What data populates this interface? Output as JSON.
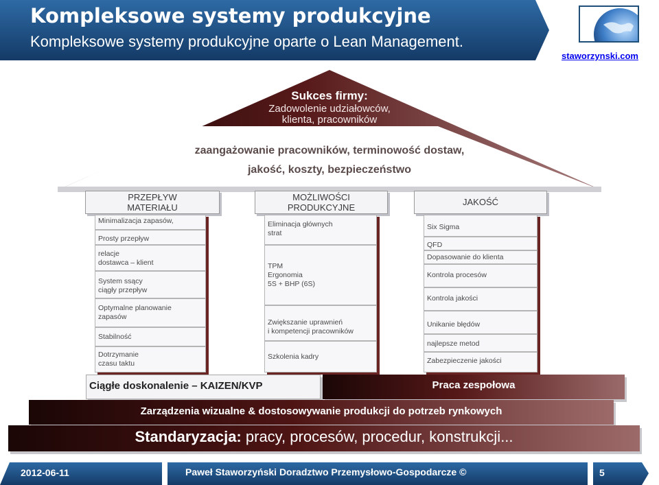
{
  "header": {
    "title": "Kompleksowe systemy produkcyjne",
    "subtitle": "Kompleksowe systemy produkcyjne oparte o Lean Management.",
    "site_link": "staworzynski.com"
  },
  "roof": {
    "heading": "Sukces firmy:",
    "line1": "Zadowolenie udziałowców,",
    "line2": "klienta, pracowników",
    "mid_line1": "zaangażowanie pracowników, terminowość dostaw,",
    "mid_line2": "jakość, koszty, bezpieczeństwo"
  },
  "pillars": [
    {
      "header_line1": "PRZEPŁYW",
      "header_line2": "MATERIAŁU",
      "cells": [
        [
          "Minimalizacja zapasów,"
        ],
        [
          "Prosty przepływ"
        ],
        [
          "relacje",
          "dostawca – klient"
        ],
        [
          "System ssący",
          "ciągły przepływ"
        ],
        [
          "Optymalne planowanie",
          "zapasów"
        ],
        [
          "Stabilność"
        ],
        [
          "Dotrzymanie",
          "czasu taktu"
        ]
      ]
    },
    {
      "header_line1": "MOŻLIWOŚCI",
      "header_line2": "PRODUKCYJNE",
      "cells": [
        [
          "Eliminacja głównych",
          "strat"
        ],
        [
          "TPM",
          "Ergonomia",
          "5S + BHP (6S)"
        ],
        [
          "Zwiększanie uprawnień",
          "i kompetencji pracowników"
        ],
        [
          "Szkolenia kadry"
        ]
      ]
    },
    {
      "header_line1": "JAKOŚĆ",
      "header_line2": "",
      "cells": [
        [
          "Six Sigma"
        ],
        [
          "QFD"
        ],
        [
          "Dopasowanie do klienta"
        ],
        [
          "Kontrola procesów"
        ],
        [
          "Kontrola jakości"
        ],
        [
          "Unikanie błędów"
        ],
        [
          "najlepsze metod"
        ],
        [
          "Zabezpieczenie jakości"
        ]
      ]
    }
  ],
  "bands": {
    "left": "Ciągłe doskonalenie – KAIZEN/KVP",
    "right": "Praca zespołowa",
    "middle": "Zarządzenia wizualne & dostosowywanie produkcji do potrzeb rynkowych",
    "bottom_bold": "Standaryzacja:",
    "bottom_rest": " pracy, procesów, procedur, konstrukcji..."
  },
  "footer": {
    "date": "2012-06-11",
    "author": "Paweł Staworzyński Doradztwo Przemysłowo-Gospodarcze ©",
    "page_number": "5"
  },
  "colors": {
    "header_blue": "#1f4e79",
    "maroon_dark": "#3a0c0c",
    "maroon_light": "#9d6a6a"
  }
}
